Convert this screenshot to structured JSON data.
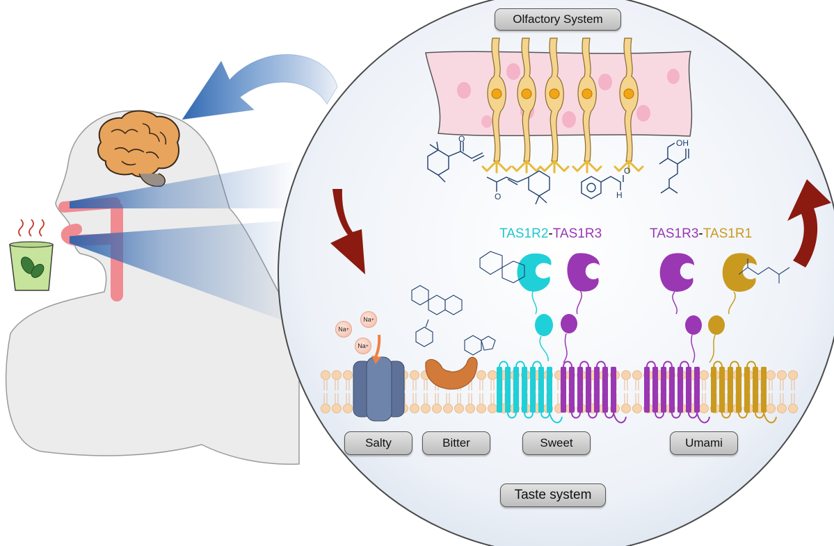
{
  "labels": {
    "olfactory": "Olfactory System",
    "taste": "Taste system",
    "salty": "Salty",
    "bitter": "Bitter",
    "sweet": "Sweet",
    "umami": "Umami"
  },
  "receptors": {
    "sweet_a": "TAS1R2",
    "sweet_sep": "-",
    "sweet_b": "TAS1R3",
    "umami_a": "TAS1R3",
    "umami_sep": "-",
    "umami_b": "TAS1R1"
  },
  "ions": {
    "symbol": "Na",
    "charge": "+"
  },
  "colors": {
    "sweet": "#1fc6cf",
    "tas1r3": "#9a37b3",
    "tas1r1": "#c99a1f",
    "arrow_red": "#8b1a10",
    "arrow_blue": "#3a72bb",
    "nasal": "#f08b92",
    "brain": "#e0a35c",
    "membrane": "#f7d4ad",
    "channel": "#6b7fa3",
    "bitter_receptor": "#d27a3a"
  },
  "icons": [
    "brain-icon",
    "tea-cup-icon",
    "leaf-icon",
    "steam-icon",
    "neuron-icon",
    "molecule-icon",
    "arrow-icon",
    "ion-channel-icon"
  ]
}
